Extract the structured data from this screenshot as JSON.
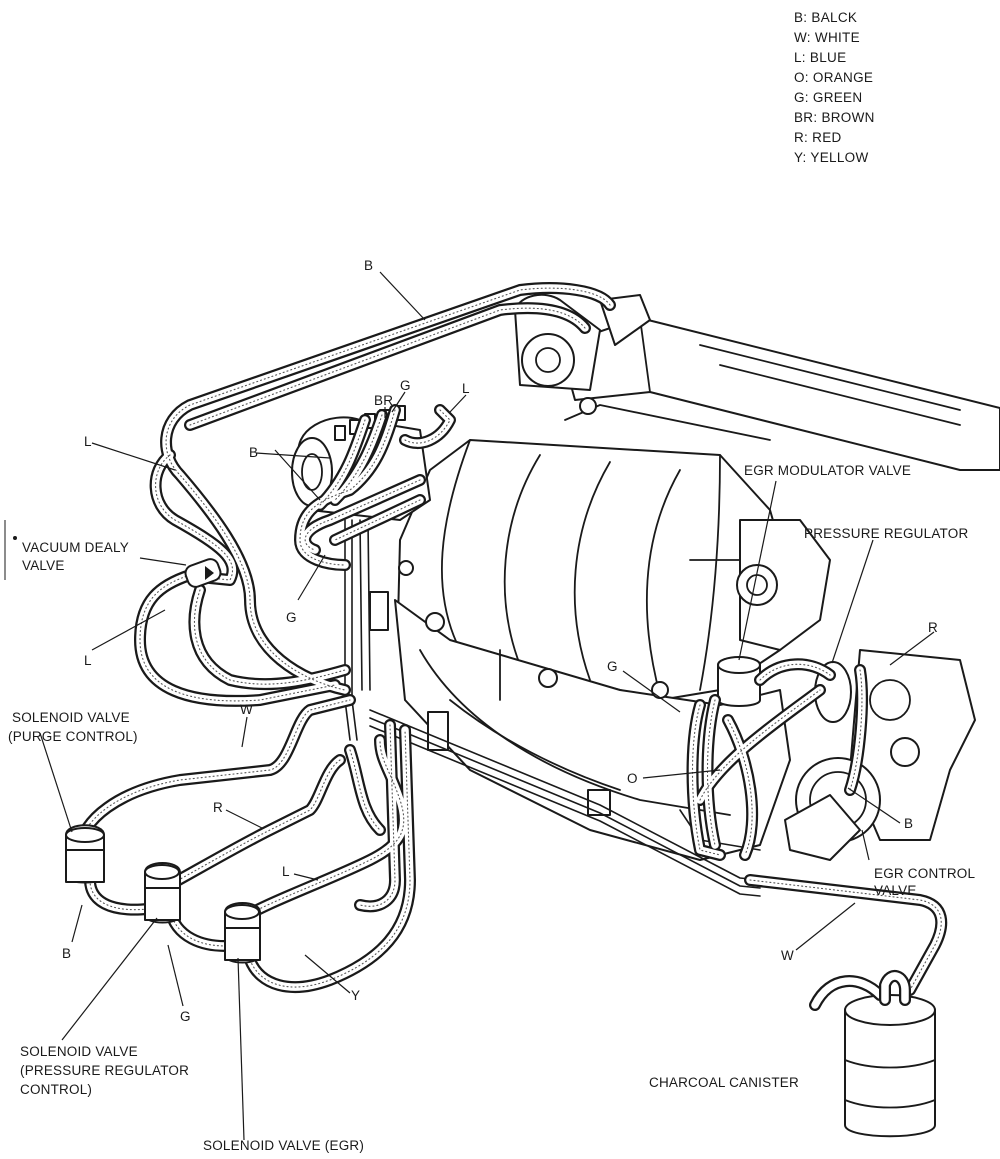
{
  "legend": [
    "B: BALCK",
    "W: WHITE",
    "L: BLUE",
    "O: ORANGE",
    "G: GREEN",
    "BR: BROWN",
    "R: RED",
    "Y: YELLOW"
  ],
  "components": {
    "vacuum_delay_valve": [
      "VACUUM DEALY",
      "VALVE"
    ],
    "solenoid_purge": [
      "SOLENOID VALVE",
      "(PURGE CONTROL)"
    ],
    "solenoid_pressure": [
      "SOLENOID VALVE",
      "(PRESSURE REGULATOR",
      "CONTROL)"
    ],
    "solenoid_egr": "SOLENOID VALVE (EGR)",
    "egr_modulator": "EGR MODULATOR VALVE",
    "pressure_regulator": "PRESSURE REGULATOR",
    "egr_control": [
      "EGR CONTROL",
      "VALVE"
    ],
    "charcoal_canister": "CHARCOAL CANISTER"
  },
  "hose_labels": {
    "top_b": "B",
    "br": "BR",
    "g_top": "G",
    "l_top": "L",
    "b_left": "B",
    "l_upper": "L",
    "g_mid": "G",
    "l_lower": "L",
    "w_left": "W",
    "r_left": "R",
    "l_center": "L",
    "b_bottom": "B",
    "g_bottom": "G",
    "y_bottom": "Y",
    "g_right": "G",
    "o_right": "O",
    "b_right": "B",
    "r_right": "R",
    "w_right": "W"
  }
}
